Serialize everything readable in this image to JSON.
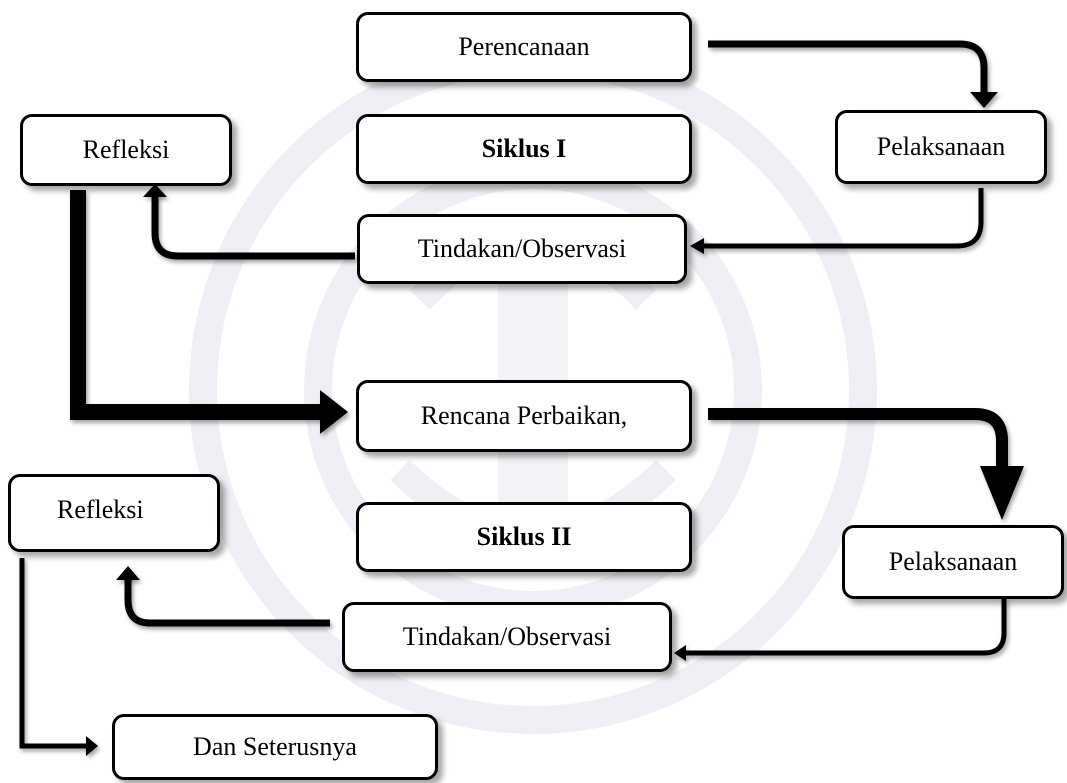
{
  "diagram": {
    "nodes": {
      "perencanaan": "Perencanaan",
      "refleksi_1": "Refleksi",
      "siklus_1": "Siklus I",
      "pelaksanaan_1": "Pelaksanaan",
      "tindakan_1": "Tindakan/Observasi",
      "rencana_perbaikan": "Rencana Perbaikan,",
      "refleksi_2": "Refleksi",
      "siklus_2": "Siklus II",
      "pelaksanaan_2": "Pelaksanaan",
      "tindakan_2": "Tindakan/Observasi",
      "dan_seterusnya": "Dan Seterusnya"
    },
    "edges": [
      {
        "from": "Perencanaan",
        "to": "Pelaksanaan"
      },
      {
        "from": "Pelaksanaan",
        "to": "Tindakan/Observasi"
      },
      {
        "from": "Tindakan/Observasi",
        "to": "Refleksi"
      },
      {
        "from": "Refleksi",
        "to": "Rencana Perbaikan,"
      },
      {
        "from": "Rencana Perbaikan,",
        "to": "Pelaksanaan"
      },
      {
        "from": "Pelaksanaan",
        "to": "Tindakan/Observasi"
      },
      {
        "from": "Tindakan/Observasi",
        "to": "Refleksi"
      },
      {
        "from": "Refleksi",
        "to": "Dan Seterusnya"
      }
    ],
    "colors": {
      "stroke": "#000000",
      "watermark": "#8f9ab8"
    }
  }
}
